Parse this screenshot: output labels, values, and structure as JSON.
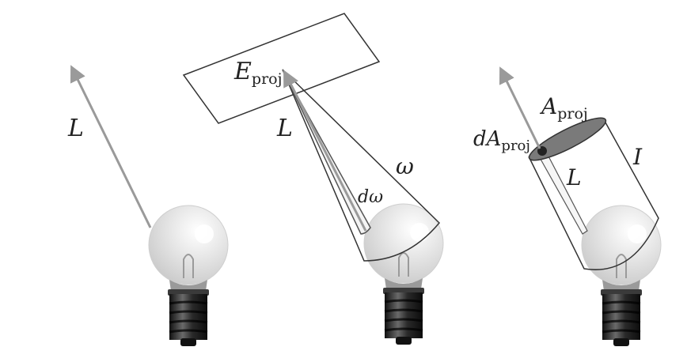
{
  "labels": {
    "panel1_radiance": "L",
    "panel2_irradiance_symbol": "E",
    "panel2_irradiance_sub": "proj",
    "panel2_radiance": "L",
    "panel2_solid_angle": "ω",
    "panel2_diff_solid_angle": "dω",
    "panel3_area_symbol": "A",
    "panel3_area_sub": "proj",
    "panel3_diff_area_symbol": "dA",
    "panel3_diff_area_sub": "proj",
    "panel3_radiance": "L",
    "panel3_intensity": "I"
  },
  "colors": {
    "arrow": "#9a9a9a",
    "outline": "#333333",
    "bulb_glass": "#d9d9d9",
    "bulb_base": "#2a2a2a",
    "ellipse_fill": "#7a7a7a"
  },
  "icons": [
    "light-bulb-icon",
    "light-bulb-icon",
    "light-bulb-icon"
  ]
}
